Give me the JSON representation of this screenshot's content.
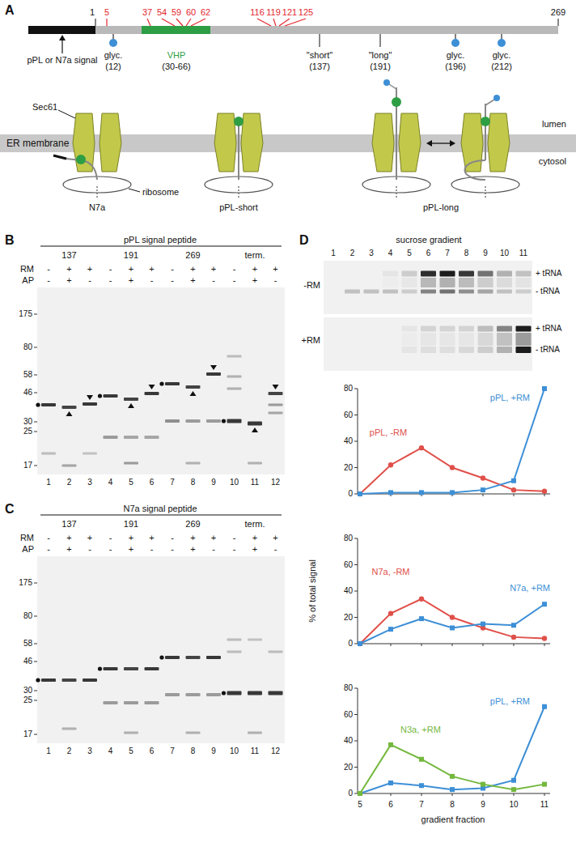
{
  "diagram": {
    "nodes": [
      {
        "text": [
          "ER membrane"
        ]
      }
    ],
    "labels": [
      "A",
      "1",
      "5",
      "37",
      "54",
      "59",
      "60",
      "62",
      "116",
      "119",
      "121",
      "125",
      "269",
      "pPL or N7a signal",
      "glyc.",
      "(12)",
      "VHP",
      "(30-66)",
      "\"short\"",
      "(137)",
      "\"long\"",
      "(191)",
      "glyc.",
      "(196)",
      "glyc.",
      "(212)",
      "Sec61",
      "lumen",
      "cytosol",
      "ribosome",
      "N7a",
      "pPL-short",
      "pPL-long",
      "B",
      "pPL signal peptide",
      "137",
      "191",
      "269",
      "term.",
      "RM",
      "AP",
      "-",
      "+",
      "+",
      "-",
      "+",
      "+",
      "-",
      "+",
      "+",
      "-",
      "+",
      "+",
      "-",
      "+",
      "-",
      "-",
      "+",
      "-",
      "-",
      "+",
      "-",
      "-",
      "+",
      "-",
      "175",
      "80",
      "58",
      "46",
      "30",
      "25",
      "17",
      "1",
      "2",
      "3",
      "4",
      "5",
      "6",
      "7",
      "8",
      "9",
      "10",
      "11",
      "12",
      "C",
      "N7a signal peptide",
      "137",
      "191",
      "269",
      "term.",
      "RM",
      "AP",
      "-",
      "+",
      "+",
      "-",
      "+",
      "+",
      "-",
      "+",
      "+",
      "-",
      "+",
      "+",
      "-",
      "+",
      "-",
      "-",
      "+",
      "-",
      "-",
      "+",
      "-",
      "-",
      "+",
      "-",
      "175",
      "80",
      "58",
      "46",
      "30",
      "25",
      "17",
      "1",
      "2",
      "3",
      "4",
      "5",
      "6",
      "7",
      "8",
      "9",
      "10",
      "11",
      "12",
      "D",
      "sucrose gradient",
      "1",
      "2",
      "3",
      "4",
      "5",
      "6",
      "7",
      "8",
      "9",
      "10",
      "11",
      "-RM",
      "+RM",
      "+ tRNA",
      "- tRNA",
      "+ tRNA",
      "- tRNA",
      "% of total signal",
      "80",
      "60",
      "40",
      "20",
      "0",
      "pPL, -RM",
      "pPL, +RM",
      "80",
      "60",
      "40",
      "20",
      "0",
      "N7a, -RM",
      "N7a, +RM",
      "80",
      "60",
      "40",
      "20",
      "0",
      "pPL, +RM",
      "N3a, +RM",
      "5",
      "6",
      "7",
      "8",
      "9",
      "10",
      "11",
      "gradient fraction"
    ]
  }
}
